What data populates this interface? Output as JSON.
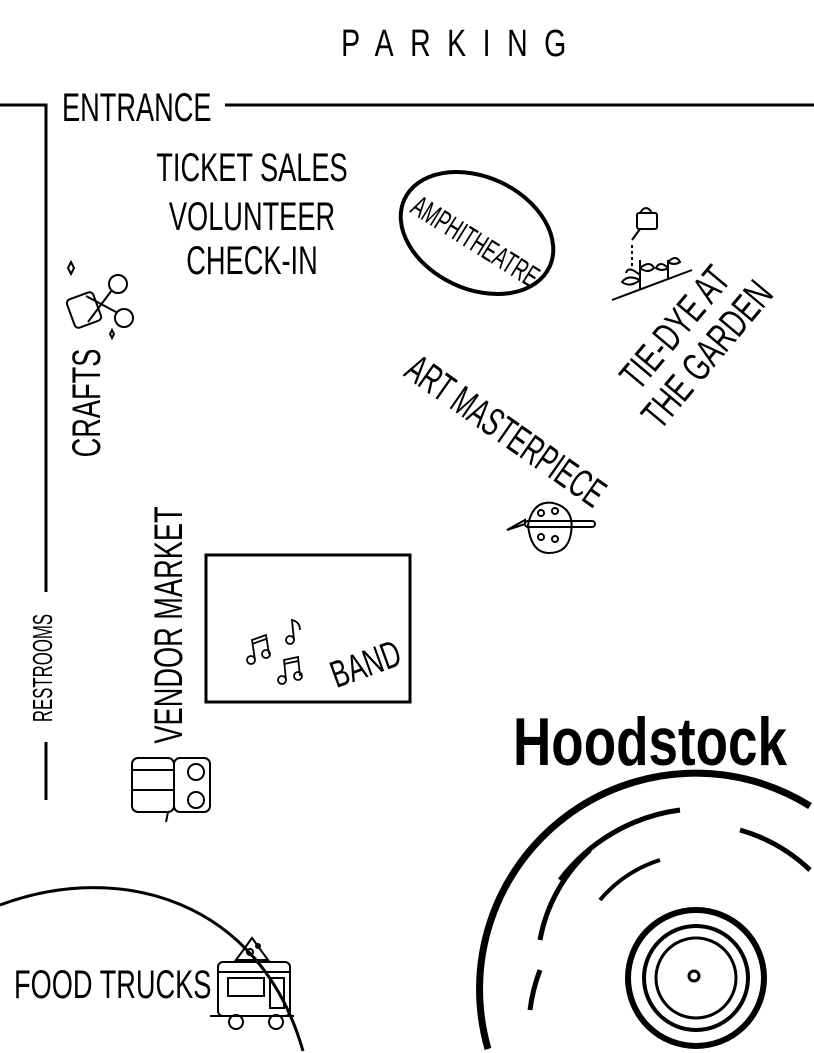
{
  "map": {
    "parking": "PARKING",
    "entrance": "ENTRANCE",
    "ticket_sales": "TICKET SALES",
    "volunteer_line1": "VOLUNTEER",
    "volunteer_line2": "CHECK-IN",
    "amphitheatre": "AMPHITHEATRE",
    "tie_dye_line1": "TIE-DYE AT",
    "tie_dye_line2": "THE GARDEN",
    "art": "ART MASTERPIECE",
    "crafts": "CRAFTS",
    "vendor_market": "VENDOR MARKET",
    "band": "BAND",
    "restrooms": "RESTROOMS",
    "title": "Hoodstock",
    "food_trucks": "FOOD TRUCKS"
  },
  "colors": {
    "ink": "#000000",
    "background": "#ffffff"
  }
}
